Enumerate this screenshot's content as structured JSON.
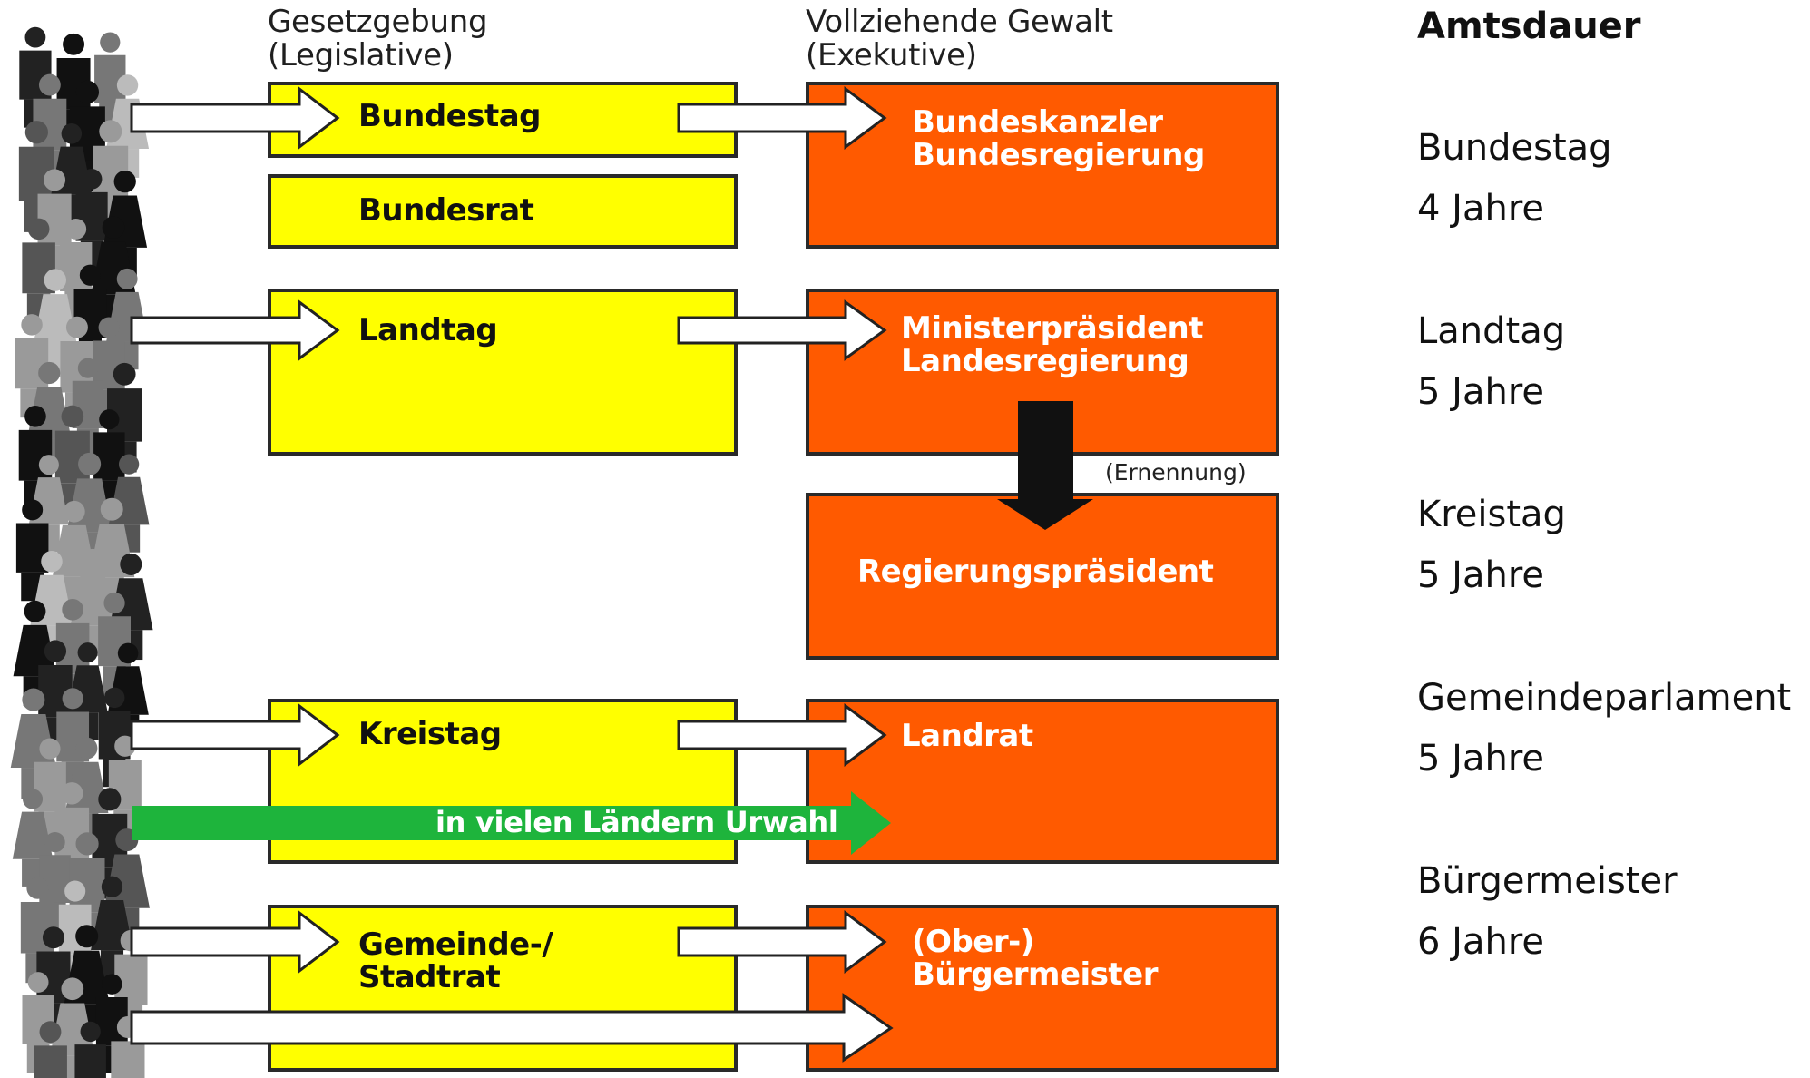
{
  "headers": {
    "legislative": "Gesetzgebung\n(Legislative)",
    "executive": "Vollziehende Gewalt\n(Exekutive)"
  },
  "legislative": {
    "bundestag": "Bundestag",
    "bundesrat": "Bundesrat",
    "landtag": "Landtag",
    "kreistag": "Kreistag",
    "gemeinderat": "Gemeinde-/\nStadtrat"
  },
  "executive": {
    "bundesregierung": "Bundeskanzler\nBundesregierung",
    "landesregierung": "Ministerpräsident\nLandesregierung",
    "regierungspraesident": "Regierungspräsident",
    "landrat": "Landrat",
    "buergermeister": "(Ober-)\nBürgermeister"
  },
  "annotations": {
    "ernennung": "(Ernennung)",
    "urwahl": "in vielen Ländern Urwahl"
  },
  "term_panel": {
    "title": "Amtsdauer",
    "items": [
      {
        "name": "Bundestag",
        "term": "4 Jahre"
      },
      {
        "name": "Landtag",
        "term": "5 Jahre"
      },
      {
        "name": "Kreistag",
        "term": "5 Jahre"
      },
      {
        "name": "Gemeindeparlament",
        "term": "5 Jahre"
      },
      {
        "name": "Bürgermeister",
        "term": "6 Jahre"
      }
    ]
  },
  "colors": {
    "legislative_fill": "#ffff00",
    "executive_fill": "#ff5a00",
    "urwahl_arrow": "#1eb43c",
    "arrow_fill": "#ffffff",
    "outline": "#2a2a2a"
  },
  "icons": {
    "people": "people-crowd-icon",
    "arrow": "right-arrow-icon",
    "down_arrow": "down-arrow-icon"
  }
}
